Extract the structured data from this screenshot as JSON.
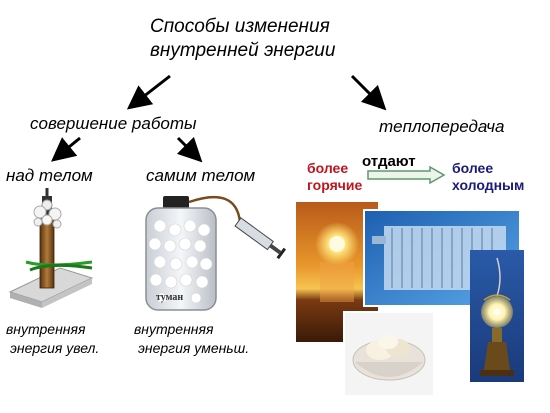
{
  "title": {
    "line1": "Способы изменения",
    "line2": "внутренней энергии"
  },
  "branches": {
    "work": "совершение работы",
    "heat_transfer": "теплопередача"
  },
  "sub_branches": {
    "over_body": "над телом",
    "by_body": "самим телом"
  },
  "heat_flow": {
    "hot_line1": "более",
    "hot_line2": "горячие",
    "verb": "отдают",
    "cold_line1": "более",
    "cold_line2": "холодным"
  },
  "results": {
    "over_line1": "внутренняя",
    "over_line2": "энергия увел.",
    "by_line1": "внутренняя",
    "by_line2": "энергия уменьш."
  },
  "flask_label": "туман",
  "colors": {
    "hot": "#c0141e",
    "cold": "#1a1a7a",
    "arrow": "#000000"
  }
}
